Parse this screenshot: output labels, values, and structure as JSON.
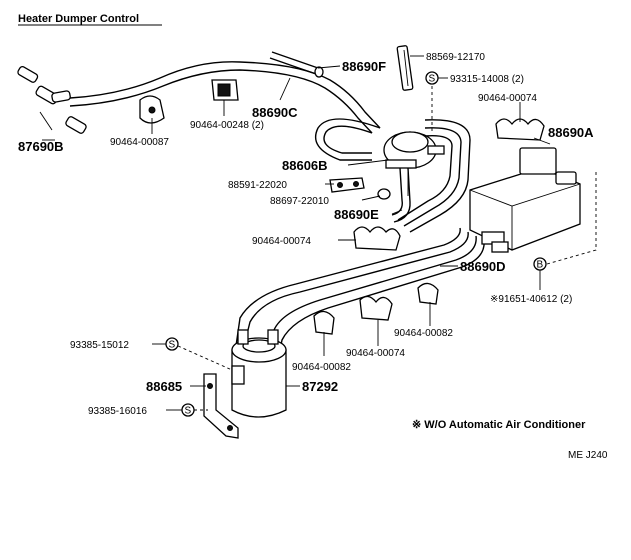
{
  "title": "Heater Dumper Control",
  "footnote": "※ W/O Automatic Air Conditioner",
  "code": "ME J240",
  "symbol_screw": "S",
  "symbol_bolt": "B",
  "labels": {
    "p88569": "88569-12170",
    "p88690F": "88690F",
    "p93315": "93315-14008 (2)",
    "p90464_00074a": "90464-00074",
    "p88690A": "88690A",
    "p87690B": "87690B",
    "p90464_00087": "90464-00087",
    "p90464_00248": "90464-00248 (2)",
    "p88690C": "88690C",
    "p88606B": "88606B",
    "p88591": "88591-22020",
    "p88697": "88697-22010",
    "p88690E": "88690E",
    "p90464_00074b": "90464-00074",
    "p88690D": "88690D",
    "p91651": "※91651-40612 (2)",
    "p90464_00082a": "90464-00082",
    "p93385_15012": "93385-15012",
    "p90464_00082b": "90464-00082",
    "p90464_00074c": "90464-00074",
    "p88685": "88685",
    "p87292": "87292",
    "p93385_16016": "93385-16016"
  }
}
